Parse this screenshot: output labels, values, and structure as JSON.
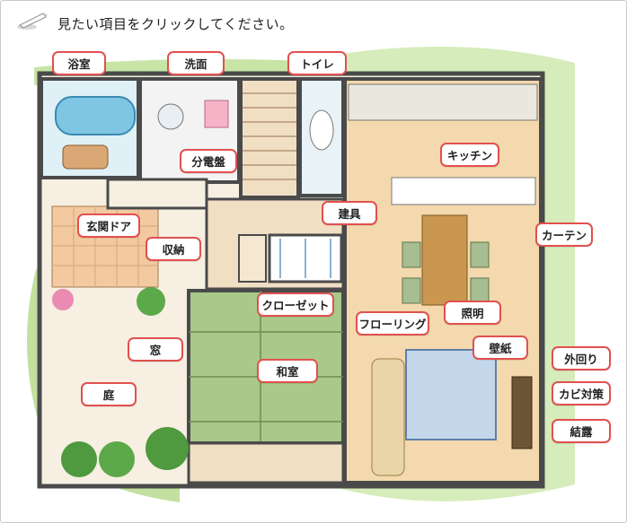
{
  "instruction": "見たい項目をクリックしてください。",
  "labels": {
    "bath": "浴室",
    "washroom": "洗面",
    "toilet": "トイレ",
    "breaker": "分電盤",
    "kitchen": "キッチン",
    "fittings": "建具",
    "entrance_door": "玄関ドア",
    "storage": "収納",
    "curtain": "カーテン",
    "closet": "クローゼット",
    "flooring": "フローリング",
    "lighting": "照明",
    "window": "窓",
    "wallpaper": "壁紙",
    "exterior": "外回り",
    "mold": "カビ対策",
    "japanese_room": "和室",
    "garden": "庭",
    "condensation": "結露"
  },
  "colors": {
    "label_border": "#e2504f",
    "wall": "#4a4a4a",
    "wood_floor": "#f3d9ad",
    "tatami": "#a9c98a",
    "lawn": "#c3e0a0",
    "tile": "#f2c9a0"
  },
  "icons": [
    "pen-icon"
  ]
}
